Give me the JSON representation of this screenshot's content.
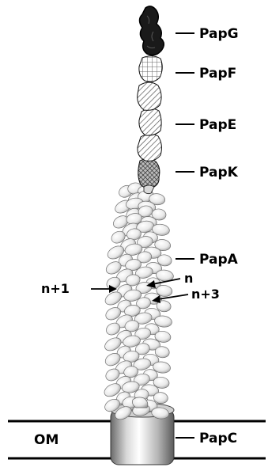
{
  "labels": {
    "papg": "PapG",
    "papf": "PapF",
    "pape": "PapE",
    "papk": "PapK",
    "papa": "PapA",
    "papc": "PapC",
    "om": "OM"
  },
  "annotations": {
    "n1": "n+1",
    "n": "n",
    "n3": "n+3"
  },
  "colors": {
    "line": "#000000",
    "subunit": "#f2f2f2",
    "hatch": "#555555",
    "dark": "#1a1a1a"
  }
}
